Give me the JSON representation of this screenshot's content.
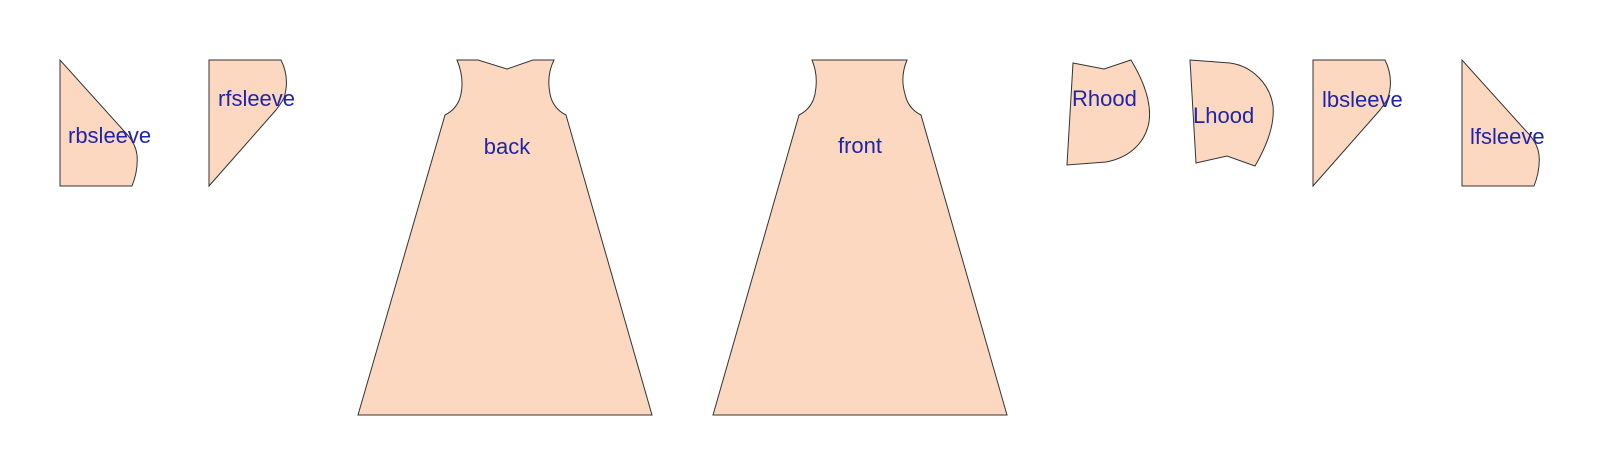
{
  "colors": {
    "piece_fill": "#fdd8c0",
    "label_color": "#1f25a8"
  },
  "pieces": {
    "rbsleeve": {
      "label": "rbsleeve"
    },
    "rfsleeve": {
      "label": "rfsleeve"
    },
    "back": {
      "label": "back"
    },
    "front": {
      "label": "front"
    },
    "rhood": {
      "label": "Rhood"
    },
    "lhood": {
      "label": "Lhood"
    },
    "lbsleeve": {
      "label": "lbsleeve"
    },
    "lfsleeve": {
      "label": "lfsleeve"
    }
  }
}
